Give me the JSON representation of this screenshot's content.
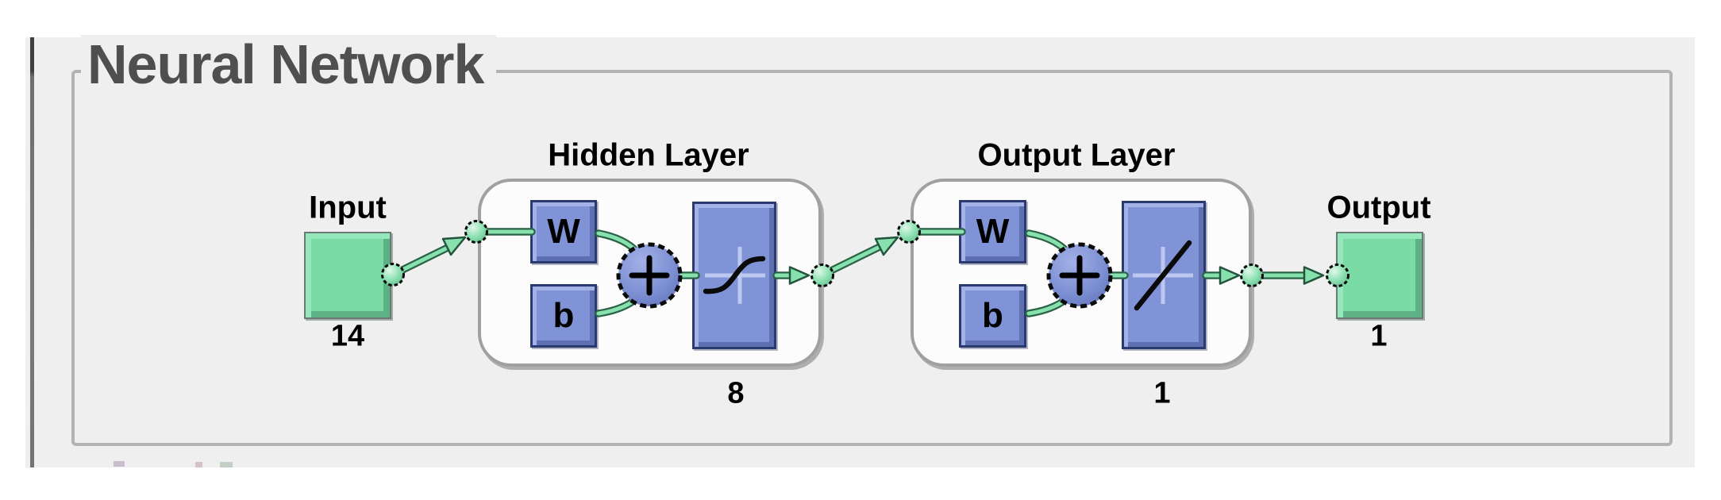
{
  "window": {
    "section_title": "Neural Network"
  },
  "network": {
    "input": {
      "label": "Input",
      "dimension": "14"
    },
    "layers": [
      {
        "title": "Hidden Layer",
        "weight_label": "W",
        "bias_label": "b",
        "transfer_function": "tansig",
        "neuron_count": "8"
      },
      {
        "title": "Output Layer",
        "weight_label": "W",
        "bias_label": "b",
        "transfer_function": "purelin",
        "neuron_count": "1"
      }
    ],
    "output": {
      "label": "Output",
      "dimension": "1"
    }
  },
  "icons": {
    "sum_junction": "plus-sum-icon",
    "hidden_transfer": "tansig-sigmoid-icon",
    "output_transfer": "purelin-linear-icon",
    "connection_port": "connection-port-circle",
    "arrowhead": "signal-arrowhead"
  },
  "colors": {
    "panel_background": "#efefef",
    "page_background": "#ffffff",
    "group_border": "#b3b3b3",
    "title_text": "#4f4f4f",
    "label_text": "#000000",
    "node_green": "#7adba5",
    "block_blue": "#8093d6",
    "connector_green": "#86e1ad",
    "connector_outline": "#2b6247",
    "layer_box_fill": "#fcfcfc",
    "layer_box_border": "#a0a0a0"
  }
}
